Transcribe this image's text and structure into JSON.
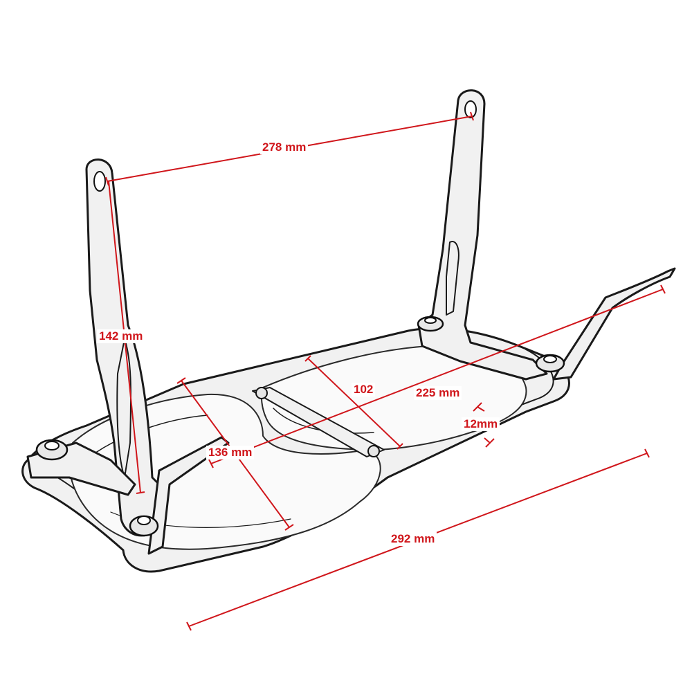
{
  "colors": {
    "dimension": "#d0161b",
    "outline": "#1a1a1a",
    "background": "#ffffff"
  },
  "dimensions": [
    {
      "id": "width-top",
      "label": "278 mm"
    },
    {
      "id": "bracket-height",
      "label": "142 mm"
    },
    {
      "id": "inner-depth",
      "label": "102"
    },
    {
      "id": "diagonal",
      "label": "225 mm"
    },
    {
      "id": "thickness",
      "label": "12mm"
    },
    {
      "id": "front-depth",
      "label": "136 mm"
    },
    {
      "id": "overall-length",
      "label": "292 mm"
    }
  ]
}
